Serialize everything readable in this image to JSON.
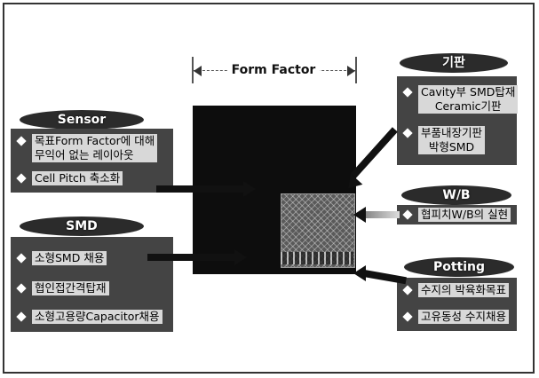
{
  "form_factor": {
    "title": "Form Factor"
  },
  "sensor": {
    "label": "Sensor",
    "items": [
      "목표Form Factor에 대해\n무익어 없는 레이아웃",
      "Cell Pitch 축소화"
    ]
  },
  "smd": {
    "label": "SMD",
    "items": [
      "소형SMD 채용",
      "협인접간격탑재",
      "소형고용량Capacitor채용"
    ]
  },
  "substrate": {
    "label": "기판",
    "items": [
      "Cavity부 SMD탑재\nCeramic기판",
      "부품내장기판\n박형SMD"
    ]
  },
  "wb": {
    "label": "W/B",
    "items": [
      "협피치W/B의 실현"
    ]
  },
  "potting": {
    "label": "Potting",
    "items": [
      "수지의 박육화목표",
      "고유동성 수지채용"
    ]
  }
}
